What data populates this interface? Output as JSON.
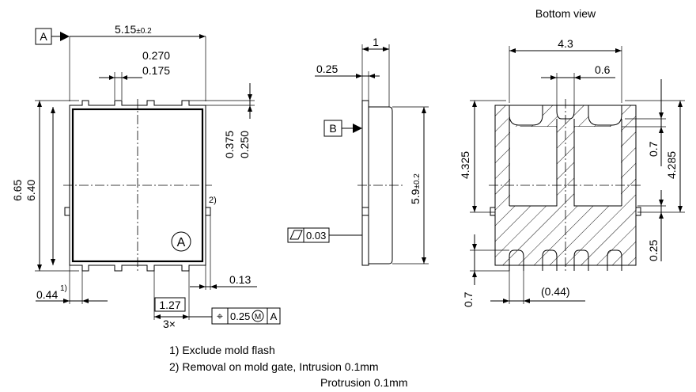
{
  "top_view": {
    "width": "5.15",
    "width_tol": "±0.2",
    "datum_a": "A",
    "lead_w_max": "0.270",
    "lead_w_min": "0.175",
    "lead_proj_max": "0.375",
    "lead_proj_min": "0.250",
    "body_len_max": "6.65",
    "body_len_min": "6.40",
    "note2_ref": "2)",
    "pin1_mark": "A",
    "edge_offset": "0.44",
    "note1_ref": "1)",
    "side_gap": "0.13",
    "pitch": "1.27",
    "pitch_count": "3×",
    "pos_symbol": "⌖",
    "pos_tol": "0.25",
    "mmc": "M",
    "pos_datum": "A"
  },
  "side_view": {
    "thickness": "1",
    "lead_thk": "0.25",
    "datum_b": "B",
    "length": "5.9",
    "length_tol": "±0.2",
    "flatness_tol": "0.03"
  },
  "bottom_view": {
    "title": "Bottom view",
    "pad_width": "4.3",
    "slot_width": "0.6",
    "pad_height": "4.325",
    "slot_depth": "0.7",
    "pad_to_lead": "4.285",
    "lead_gap": "0.25",
    "lead_len": "0.7",
    "lead_ref": "(0.44)"
  },
  "notes": {
    "n1": "1) Exclude mold flash",
    "n2": "2) Removal on mold gate, Intrusion 0.1mm",
    "n3": "Protrusion 0.1mm"
  }
}
